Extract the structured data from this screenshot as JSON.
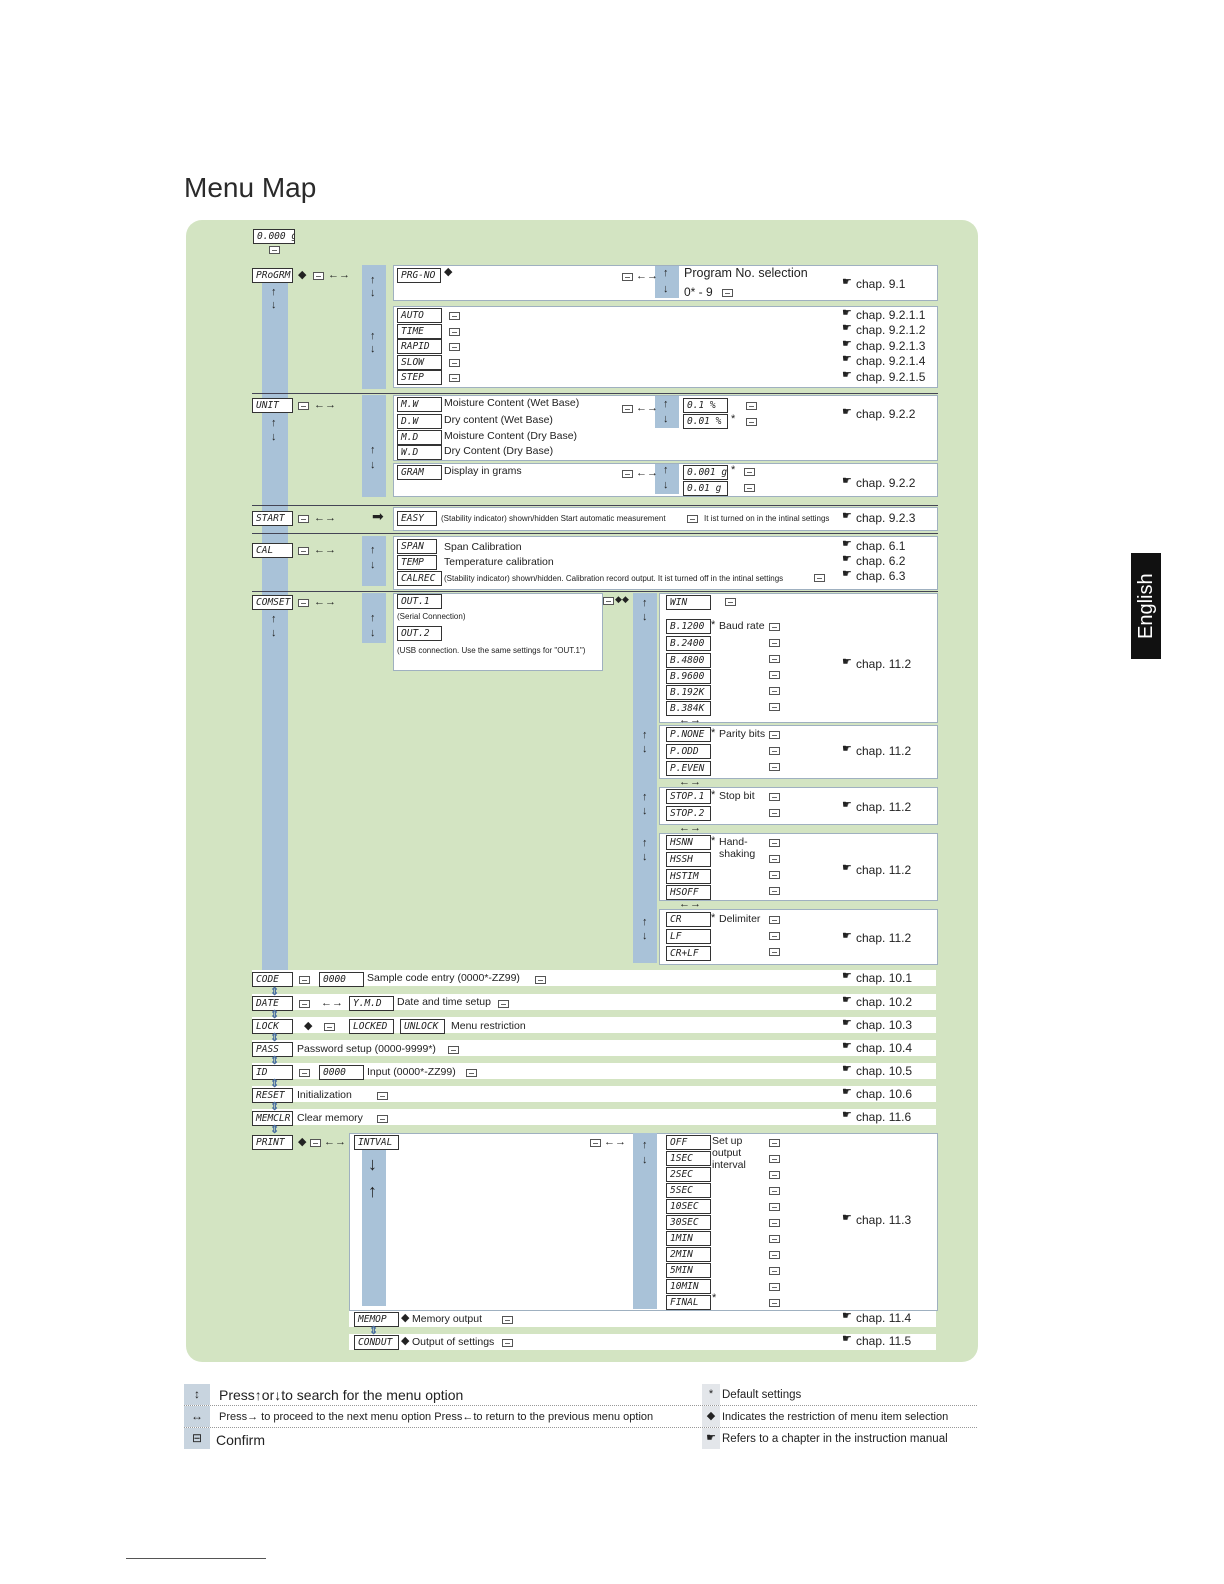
{
  "title": "Menu Map",
  "side_tab": "English",
  "top_display": "0.000 g",
  "rows": {
    "prog": {
      "label": "PRoGRM",
      "sub": "PRG-NO",
      "desc1": "Program No. selection",
      "desc2": "0* - 9",
      "chap": "chap. 9.1"
    },
    "modes": [
      {
        "lcd": "AUTO",
        "chap": "chap. 9.2.1.1"
      },
      {
        "lcd": "TIME",
        "chap": "chap. 9.2.1.2"
      },
      {
        "lcd": "RAPID",
        "chap": "chap. 9.2.1.3"
      },
      {
        "lcd": "SLOW",
        "chap": "chap. 9.2.1.4"
      },
      {
        "lcd": "STEP",
        "chap": "chap. 9.2.1.5"
      }
    ],
    "unit": {
      "label": "UNIT",
      "items": [
        {
          "lcd": "M.W",
          "text": "Moisture Content (Wet Base)"
        },
        {
          "lcd": "D.W",
          "text": "Dry content (Wet Base)"
        },
        {
          "lcd": "M.D",
          "text": "Moisture Content (Dry Base)"
        },
        {
          "lcd": "W.D",
          "text": "Dry Content (Dry Base)"
        }
      ],
      "vals1": [
        "0.1 %",
        "0.01 %"
      ],
      "chap1": "chap. 9.2.2",
      "gram_lcd": "GRAM",
      "gram_text": "Display in grams",
      "vals2": [
        "0.001 g",
        "0.01 g"
      ],
      "chap2": "chap. 9.2.2"
    },
    "start": {
      "label": "START",
      "sub": "EASY",
      "text": "(Stability indicator) shown/hidden Start automatic measurement",
      "note": "It ist turned on in the intinal settings",
      "chap": "chap. 9.2.3"
    },
    "cal": {
      "label": "CAL",
      "items": [
        {
          "lcd": "SPAN",
          "text": "Span Calibration",
          "chap": "chap. 6.1"
        },
        {
          "lcd": "TEMP",
          "text": "Temperature calibration",
          "chap": "chap. 6.2"
        },
        {
          "lcd": "CALREC",
          "text": "(Stability indicator) shown/hidden. Calibration record output. It ist turned off in the intinal settings",
          "chap": "chap. 6.3"
        }
      ]
    },
    "comset": {
      "label": "COMSET",
      "out1": "OUT.1",
      "out1_text": "(Serial Connection)",
      "out2": "OUT.2",
      "out2_text": "(USB connection. Use the same settings for \"OUT.1\")",
      "win": "WIN",
      "baud_label": "Baud rate",
      "baud": [
        "B.1200",
        "B.2400",
        "B.4800",
        "B.9600",
        "B.192K",
        "B.384K"
      ],
      "parity_label": "Parity bits",
      "parity": [
        "P.NONE",
        "P.ODD",
        "P.EVEN"
      ],
      "stop_label": "Stop bit",
      "stop": [
        "STOP.1",
        "STOP.2"
      ],
      "hs_label1": "Hand-",
      "hs_label2": "shaking",
      "hs": [
        "HSNN",
        "HSSH",
        "HSTIM",
        "HSOFF"
      ],
      "delim_label": "Delimiter",
      "delim": [
        "CR",
        "LF",
        "CR+LF"
      ],
      "chap": "chap. 11.2"
    },
    "bottom": [
      {
        "lcd": "CODE",
        "lcd2": "0000",
        "text": "Sample code entry (0000*-ZZ99)",
        "chap": "chap. 10.1"
      },
      {
        "lcd": "DATE",
        "lcd2": "Y.M.D",
        "text": "Date and time setup",
        "chap": "chap. 10.2"
      },
      {
        "lcd": "LOCK",
        "lcd2": "LOCKED",
        "lcd3": "UNLOCK",
        "text": "Menu restriction",
        "chap": "chap. 10.3"
      },
      {
        "lcd": "PASS",
        "text": "Password setup (0000-9999*)",
        "chap": "chap. 10.4"
      },
      {
        "lcd": "ID",
        "lcd2": "0000",
        "text": "Input (0000*-ZZ99)",
        "chap": "chap. 10.5"
      },
      {
        "lcd": "RESET",
        "text": "Initialization",
        "chap": "chap. 10.6"
      },
      {
        "lcd": "MEMCLR",
        "text": "Clear memory",
        "chap": "chap. 11.6"
      }
    ],
    "print": {
      "label": "PRINT",
      "sub": "INTVAL",
      "intervals": [
        "OFF",
        "1SEC",
        "2SEC",
        "5SEC",
        "10SEC",
        "30SEC",
        "1MIN",
        "2MIN",
        "5MIN",
        "10MIN",
        "FINAL"
      ],
      "interval_label1": "Set up",
      "interval_label2": "output",
      "interval_label3": "interval",
      "chap": "chap. 11.3",
      "memout": {
        "lcd": "MEMOP",
        "text": "Memory output",
        "chap": "chap. 11.4"
      },
      "setout": {
        "lcd": "CONDUT",
        "text": "Output of settings",
        "chap": "chap. 11.5"
      }
    }
  },
  "legend": {
    "l1": "Press↑or↓to search for the menu option",
    "l2": "Press→ to proceed to the next menu option Press←to return to the previous menu option",
    "l3": "Confirm",
    "r1": "Default settings",
    "r2": "Indicates the restriction of menu item selection",
    "r3": "Refers to a chapter in the instruction manual"
  }
}
